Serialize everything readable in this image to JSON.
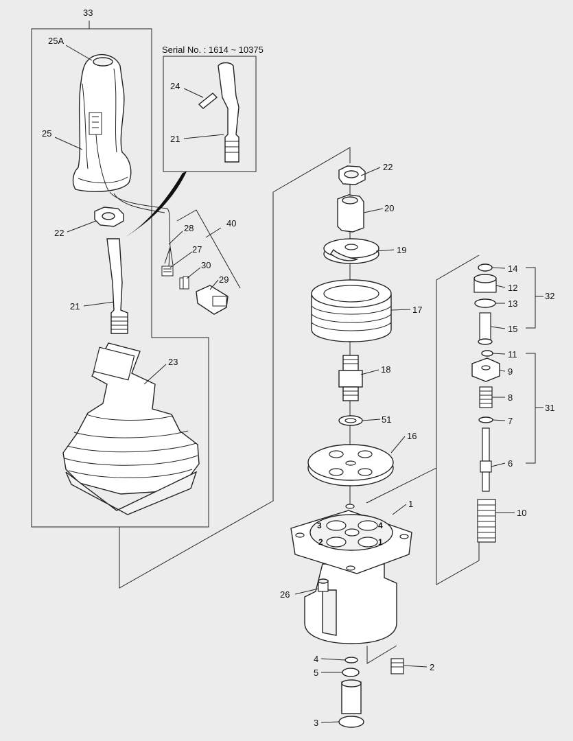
{
  "serial_note": "Serial No. : 1614 ~ 10375",
  "callouts": {
    "c33": "33",
    "c25A": "25A",
    "c25": "25",
    "c22a": "22",
    "c21a": "21",
    "c23": "23",
    "c24": "24",
    "c21b": "21",
    "c40": "40",
    "c28": "28",
    "c27": "27",
    "c30": "30",
    "c29": "29",
    "c22b": "22",
    "c20": "20",
    "c19": "19",
    "c17": "17",
    "c18": "18",
    "c51": "51",
    "c16": "16",
    "c1": "1",
    "c26": "26",
    "c4": "4",
    "c5": "5",
    "c2": "2",
    "c3": "3",
    "c14": "14",
    "c12": "12",
    "c13": "13",
    "c32": "32",
    "c15": "15",
    "c11": "11",
    "c9": "9",
    "c8": "8",
    "c7": "7",
    "c31": "31",
    "c6": "6",
    "c10": "10"
  },
  "port_numbers": {
    "p1": "1",
    "p2": "2",
    "p3": "3",
    "p4": "4"
  }
}
